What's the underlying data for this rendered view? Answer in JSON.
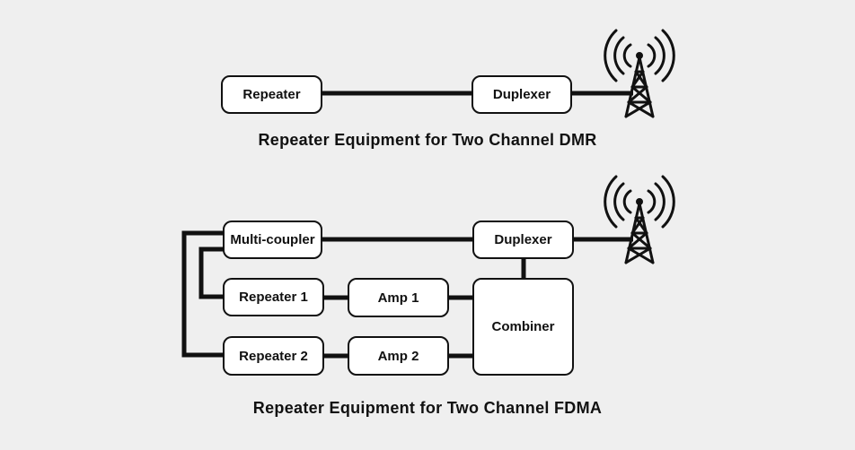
{
  "dmr": {
    "repeater": "Repeater",
    "duplexer": "Duplexer",
    "caption": "Repeater Equipment for Two Channel DMR"
  },
  "fdma": {
    "multicoupler": "Multi-coupler",
    "duplexer": "Duplexer",
    "repeater1": "Repeater 1",
    "amp1": "Amp 1",
    "repeater2": "Repeater 2",
    "amp2": "Amp 2",
    "combiner": "Combiner",
    "caption": "Repeater Equipment for Two Channel FDMA"
  },
  "icons": [
    "antenna-tower-icon",
    "antenna-tower-icon"
  ],
  "colors": {
    "background": "#efefef",
    "line": "#111111",
    "box_fill": "#ffffff"
  }
}
